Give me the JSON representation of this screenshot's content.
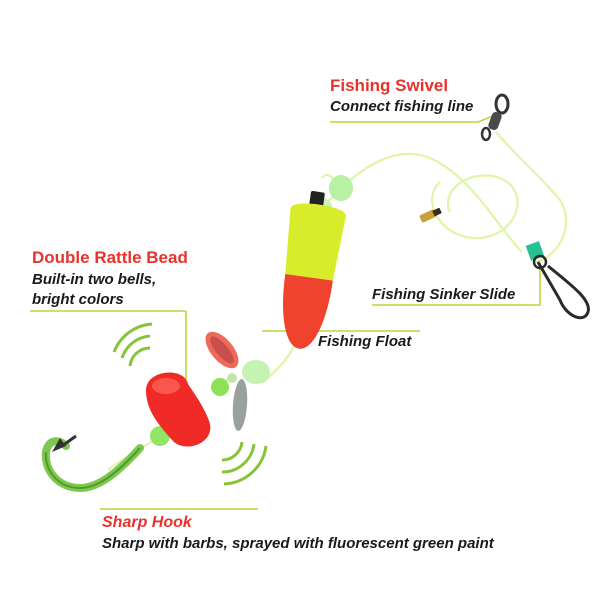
{
  "callouts": {
    "swivel": {
      "title": "Fishing Swivel",
      "desc": "Connect fishing line"
    },
    "bead": {
      "title": "Double Rattle Bead",
      "desc_line1": "Built-in two bells,",
      "desc_line2": "bright colors"
    },
    "sinker_slide": {
      "label": "Fishing Sinker Slide"
    },
    "float": {
      "label": "Fishing Float"
    },
    "hook": {
      "title": "Sharp Hook",
      "desc": "Sharp with barbs, sprayed with fluorescent green paint"
    }
  },
  "colors": {
    "title_red": "#e8322b",
    "leader_line": "#b8d93a",
    "float_yellow": "#d8ec2c",
    "float_red": "#f0432e",
    "bead_red": "#f02a26",
    "glow_bead": "#b8f0a4",
    "fishing_line": "#dff5a8",
    "hook_green": "#7ec850",
    "sound_wave": "#88c43a"
  }
}
